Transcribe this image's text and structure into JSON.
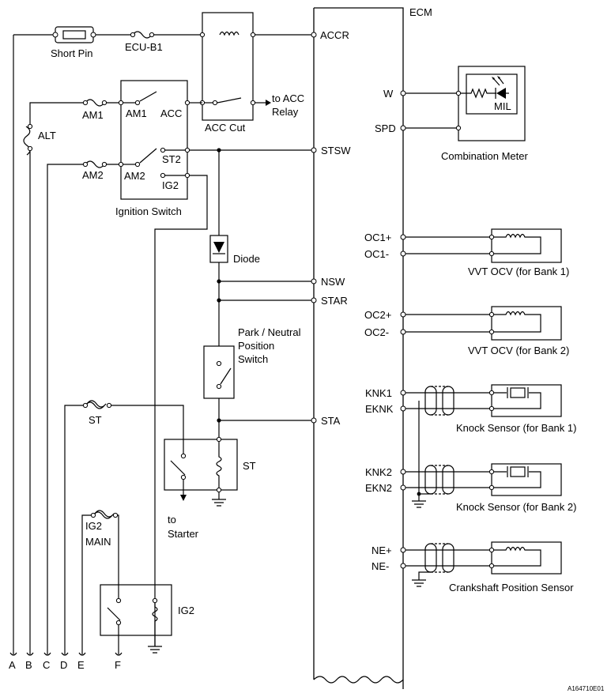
{
  "labels": {
    "ecm": "ECM",
    "accr": "ACCR",
    "stsw": "STSW",
    "nsw": "NSW",
    "star": "STAR",
    "sta": "STA",
    "w": "W",
    "spd": "SPD",
    "oc1p": "OC1+",
    "oc1m": "OC1-",
    "oc2p": "OC2+",
    "oc2m": "OC2-",
    "knk1": "KNK1",
    "eknk": "EKNK",
    "knk2": "KNK2",
    "ekn2": "EKN2",
    "nep": "NE+",
    "nem": "NE-",
    "short_pin": "Short Pin",
    "ecu_b1": "ECU-B1",
    "am1_fuse": "AM1",
    "am2_fuse": "AM2",
    "alt": "ALT",
    "am1_term": "AM1",
    "acc_term": "ACC",
    "am2_term": "AM2",
    "st2_term": "ST2",
    "ig2_term": "IG2",
    "ignition_switch": "Ignition Switch",
    "acc_cut": "ACC Cut",
    "to_acc_line1": "to ACC",
    "to_acc_line2": "Relay",
    "diode": "Diode",
    "pn_line1": "Park / Neutral",
    "pn_line2": "Position",
    "pn_line3": "Switch",
    "st_fuse": "ST",
    "st_relay": "ST",
    "to_starter_line1": "to",
    "to_starter_line2": "Starter",
    "ig2_main_line1": "IG2",
    "ig2_main_line2": "MAIN",
    "ig2_relay": "IG2",
    "mil": "MIL",
    "combination_meter": "Combination Meter",
    "vvt1": "VVT OCV (for Bank 1)",
    "vvt2": "VVT OCV (for Bank 2)",
    "knock1": "Knock Sensor (for Bank 1)",
    "knock2": "Knock Sensor (for Bank 2)",
    "crank": "Crankshaft Position Sensor",
    "conn_a": "A",
    "conn_b": "B",
    "conn_c": "C",
    "conn_d": "D",
    "conn_e": "E",
    "conn_f": "F",
    "figure_code": "A164710E01"
  }
}
